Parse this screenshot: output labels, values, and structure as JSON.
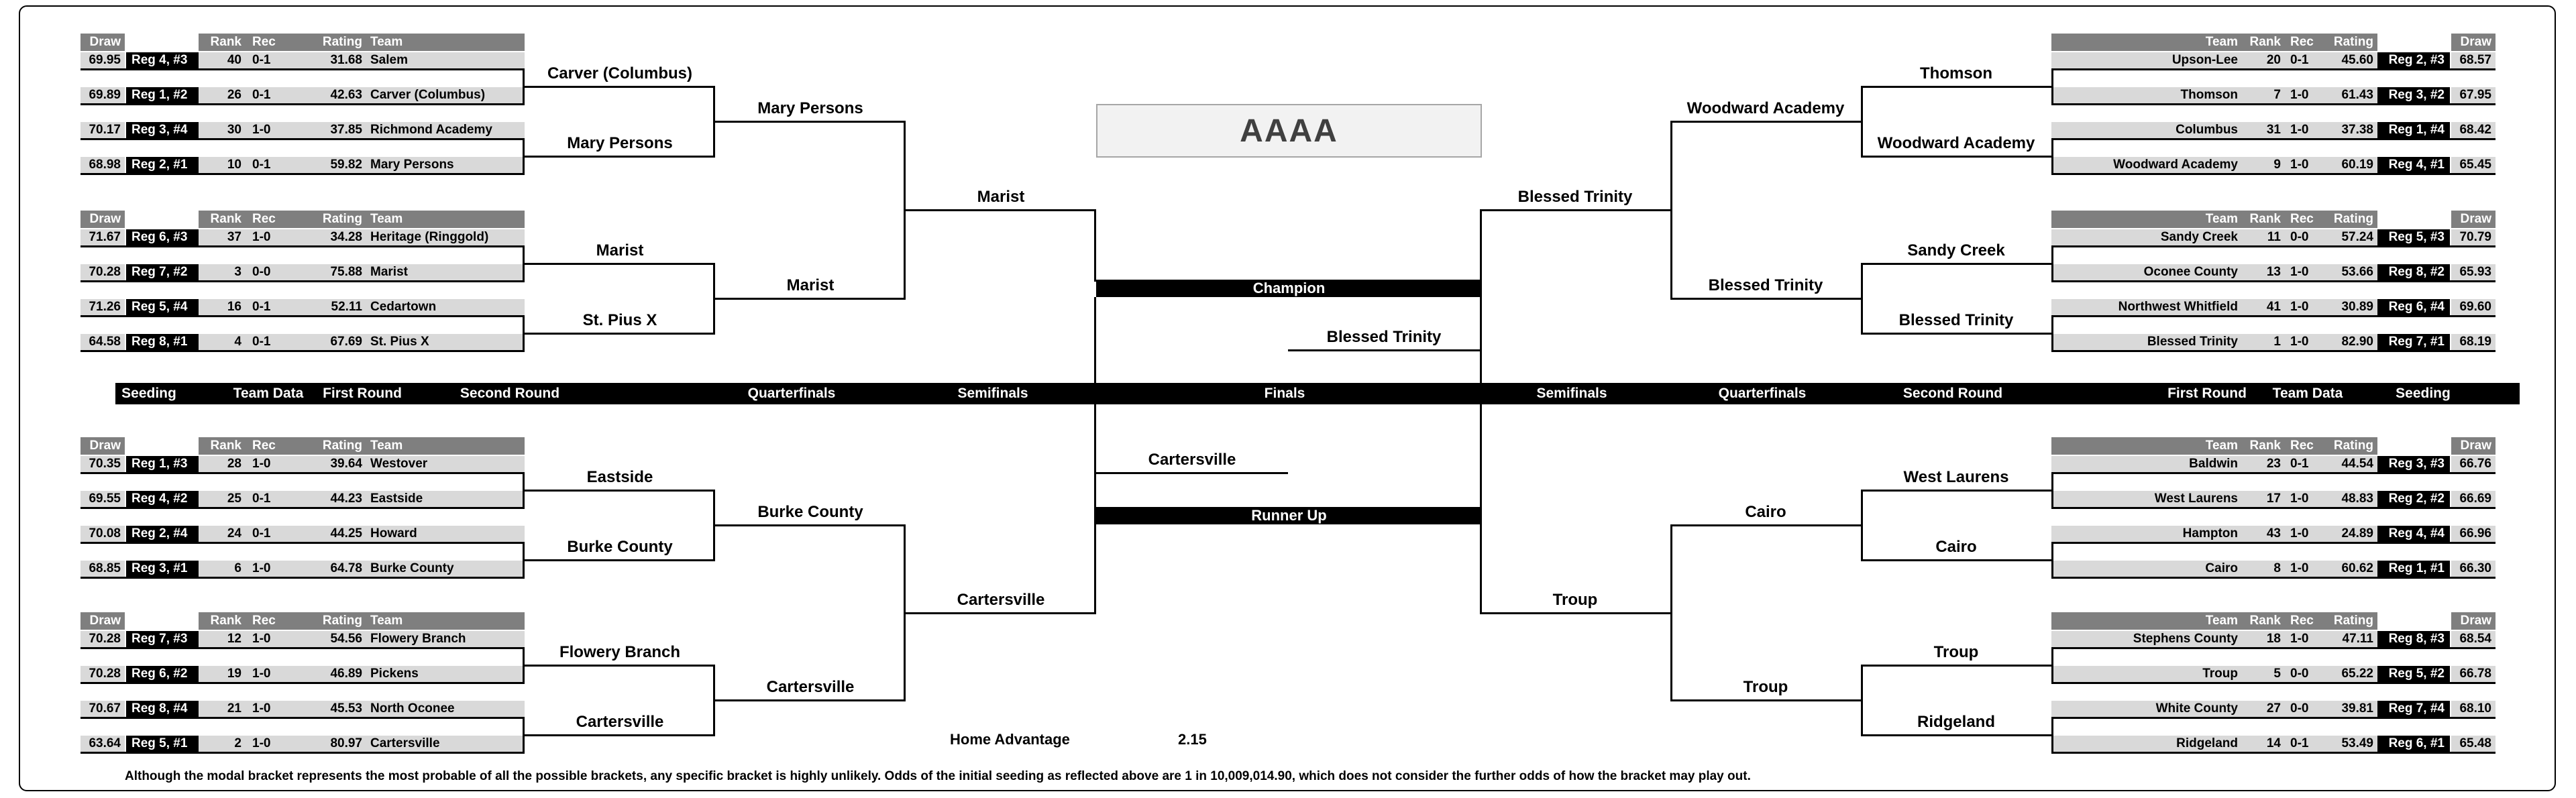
{
  "title": "AAAA",
  "table_headers": {
    "draw": "Draw",
    "rank": "Rank",
    "rec": "Rec",
    "rating": "Rating",
    "team": "Team"
  },
  "left_blocks": [
    {
      "teams": [
        {
          "draw": "69.95",
          "seed": "Reg 4, #3",
          "rank": "40",
          "rec": "0-1",
          "rating": "31.68",
          "team": "Salem"
        },
        {
          "draw": "69.89",
          "seed": "Reg 1, #2",
          "rank": "26",
          "rec": "0-1",
          "rating": "42.63",
          "team": "Carver (Columbus)"
        },
        {
          "draw": "70.17",
          "seed": "Reg 3, #4",
          "rank": "30",
          "rec": "1-0",
          "rating": "37.85",
          "team": "Richmond Academy"
        },
        {
          "draw": "68.98",
          "seed": "Reg 2, #1",
          "rank": "10",
          "rec": "0-1",
          "rating": "59.82",
          "team": "Mary Persons"
        }
      ]
    },
    {
      "teams": [
        {
          "draw": "71.67",
          "seed": "Reg 6, #3",
          "rank": "37",
          "rec": "1-0",
          "rating": "34.28",
          "team": "Heritage (Ringgold)"
        },
        {
          "draw": "70.28",
          "seed": "Reg 7, #2",
          "rank": "3",
          "rec": "0-0",
          "rating": "75.88",
          "team": "Marist"
        },
        {
          "draw": "71.26",
          "seed": "Reg 5, #4",
          "rank": "16",
          "rec": "0-1",
          "rating": "52.11",
          "team": "Cedartown"
        },
        {
          "draw": "64.58",
          "seed": "Reg 8, #1",
          "rank": "4",
          "rec": "0-1",
          "rating": "67.69",
          "team": "St. Pius X"
        }
      ]
    },
    {
      "teams": [
        {
          "draw": "70.35",
          "seed": "Reg 1, #3",
          "rank": "28",
          "rec": "1-0",
          "rating": "39.64",
          "team": "Westover"
        },
        {
          "draw": "69.55",
          "seed": "Reg 4, #2",
          "rank": "25",
          "rec": "0-1",
          "rating": "44.23",
          "team": "Eastside"
        },
        {
          "draw": "70.08",
          "seed": "Reg 2, #4",
          "rank": "24",
          "rec": "0-1",
          "rating": "44.25",
          "team": "Howard"
        },
        {
          "draw": "68.85",
          "seed": "Reg 3, #1",
          "rank": "6",
          "rec": "1-0",
          "rating": "64.78",
          "team": "Burke County"
        }
      ]
    },
    {
      "teams": [
        {
          "draw": "70.28",
          "seed": "Reg 7, #3",
          "rank": "12",
          "rec": "1-0",
          "rating": "54.56",
          "team": "Flowery Branch"
        },
        {
          "draw": "70.28",
          "seed": "Reg 6, #2",
          "rank": "19",
          "rec": "1-0",
          "rating": "46.89",
          "team": "Pickens"
        },
        {
          "draw": "70.67",
          "seed": "Reg 8, #4",
          "rank": "21",
          "rec": "1-0",
          "rating": "45.53",
          "team": "North Oconee"
        },
        {
          "draw": "63.64",
          "seed": "Reg 5, #1",
          "rank": "2",
          "rec": "1-0",
          "rating": "80.97",
          "team": "Cartersville"
        }
      ]
    }
  ],
  "right_blocks": [
    {
      "teams": [
        {
          "team": "Upson-Lee",
          "rank": "20",
          "rec": "0-1",
          "rating": "45.60",
          "seed": "Reg 2, #3",
          "draw": "68.57"
        },
        {
          "team": "Thomson",
          "rank": "7",
          "rec": "1-0",
          "rating": "61.43",
          "seed": "Reg 3, #2",
          "draw": "67.95"
        },
        {
          "team": "Columbus",
          "rank": "31",
          "rec": "1-0",
          "rating": "37.38",
          "seed": "Reg 1, #4",
          "draw": "68.42"
        },
        {
          "team": "Woodward Academy",
          "rank": "9",
          "rec": "1-0",
          "rating": "60.19",
          "seed": "Reg 4, #1",
          "draw": "65.45"
        }
      ]
    },
    {
      "teams": [
        {
          "team": "Sandy Creek",
          "rank": "11",
          "rec": "0-0",
          "rating": "57.24",
          "seed": "Reg 5, #3",
          "draw": "70.79"
        },
        {
          "team": "Oconee County",
          "rank": "13",
          "rec": "1-0",
          "rating": "53.66",
          "seed": "Reg 8, #2",
          "draw": "65.93"
        },
        {
          "team": "Northwest Whitfield",
          "rank": "41",
          "rec": "1-0",
          "rating": "30.89",
          "seed": "Reg 6, #4",
          "draw": "69.60"
        },
        {
          "team": "Blessed Trinity",
          "rank": "1",
          "rec": "1-0",
          "rating": "82.90",
          "seed": "Reg 7, #1",
          "draw": "68.19"
        }
      ]
    },
    {
      "teams": [
        {
          "team": "Baldwin",
          "rank": "23",
          "rec": "0-1",
          "rating": "44.54",
          "seed": "Reg 3, #3",
          "draw": "66.76"
        },
        {
          "team": "West Laurens",
          "rank": "17",
          "rec": "1-0",
          "rating": "48.83",
          "seed": "Reg 2, #2",
          "draw": "66.69"
        },
        {
          "team": "Hampton",
          "rank": "43",
          "rec": "1-0",
          "rating": "24.89",
          "seed": "Reg 4, #4",
          "draw": "66.96"
        },
        {
          "team": "Cairo",
          "rank": "8",
          "rec": "1-0",
          "rating": "60.62",
          "seed": "Reg 1, #1",
          "draw": "66.30"
        }
      ]
    },
    {
      "teams": [
        {
          "team": "Stephens County",
          "rank": "18",
          "rec": "1-0",
          "rating": "47.11",
          "seed": "Reg 8, #3",
          "draw": "68.54"
        },
        {
          "team": "Troup",
          "rank": "5",
          "rec": "0-0",
          "rating": "65.22",
          "seed": "Reg 5, #2",
          "draw": "66.78"
        },
        {
          "team": "White County",
          "rank": "27",
          "rec": "0-0",
          "rating": "39.81",
          "seed": "Reg 7, #4",
          "draw": "68.10"
        },
        {
          "team": "Ridgeland",
          "rank": "14",
          "rec": "0-1",
          "rating": "53.49",
          "seed": "Reg 6, #1",
          "draw": "65.48"
        }
      ]
    }
  ],
  "advancement": {
    "left": {
      "r2": [
        "Carver (Columbus)",
        "Mary Persons",
        "Marist",
        "St. Pius X",
        "Eastside",
        "Burke County",
        "Flowery Branch",
        "Cartersville"
      ],
      "qf": [
        "Mary Persons",
        "Marist",
        "Burke County",
        "Cartersville"
      ],
      "sf": [
        "Marist",
        "Cartersville"
      ]
    },
    "right": {
      "r2": [
        "Thomson",
        "Woodward Academy",
        "Sandy Creek",
        "Blessed Trinity",
        "West Laurens",
        "Cairo",
        "Troup",
        "Ridgeland"
      ],
      "qf": [
        "Woodward Academy",
        "Blessed Trinity",
        "Cairo",
        "Troup"
      ],
      "sf": [
        "Blessed Trinity",
        "Troup"
      ]
    }
  },
  "center": {
    "champion_label": "Champion",
    "runner_up_label": "Runner Up",
    "finalist_top_right": "Blessed Trinity",
    "finalist_bottom_left": "Cartersville"
  },
  "round_bar": {
    "labels": [
      "Seeding",
      "Team Data",
      "First Round",
      "Second Round",
      "Quarterfinals",
      "Semifinals",
      "Finals",
      "Semifinals",
      "Quarterfinals",
      "Second Round",
      "First Round",
      "Team Data",
      "Seeding"
    ]
  },
  "footer": {
    "home_advantage_label": "Home Advantage",
    "home_advantage_value": "2.15",
    "disclaimer": "Although the modal bracket represents the most probable of all the possible brackets, any specific bracket is highly unlikely.  Odds of the initial seeding as reflected above are 1 in 10,009,014.90, which does not consider the further odds of how the bracket may play out."
  },
  "colors": {
    "header_gray": "#7f7f7f",
    "row_gray": "#d9d9d9",
    "black": "#000000",
    "title_panel": "#f2f2f2"
  }
}
